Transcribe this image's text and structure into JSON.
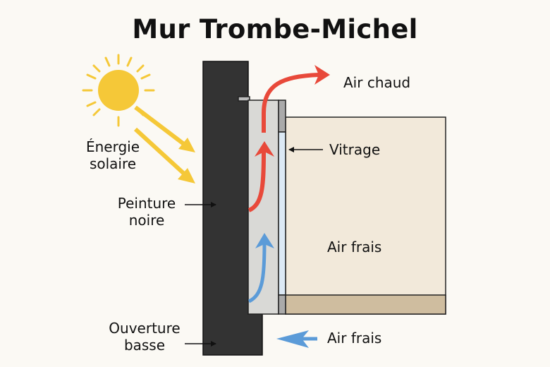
{
  "title": "Mur Trombe-Michel",
  "labels": {
    "solar_energy_1": "Énergie",
    "solar_energy_2": "solaire",
    "black_paint_1": "Peinture",
    "black_paint_2": "noire",
    "low_opening_1": "Ouverture",
    "low_opening_2": "basse",
    "hot_air": "Air chaud",
    "glazing": "Vitrage",
    "fresh_air_room": "Air frais",
    "fresh_air_inlet": "Air frais"
  },
  "colors": {
    "wall": "#333333",
    "cavity": "#d9d9d6",
    "glass": "#dce9f5",
    "room": "#f2e9da",
    "floor": "#cfbd9f",
    "hot_arrow": "#e8493a",
    "cold_arrow": "#5b9bd8",
    "sun": "#f5c838"
  }
}
